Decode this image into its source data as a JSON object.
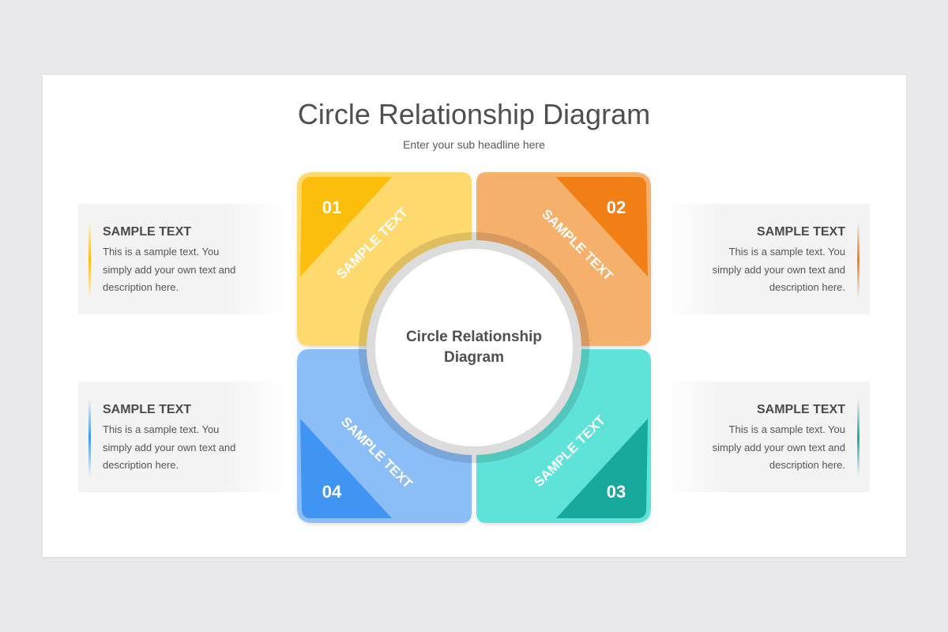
{
  "title": "Circle Relationship Diagram",
  "subtitle": "Enter your sub headline here",
  "center_label_line1": "Circle Relationship",
  "center_label_line2": "Diagram",
  "quadrants": [
    {
      "number": "01",
      "label": "SAMPLE TEXT",
      "light": "#fdd96e",
      "dark": "#fcbd10"
    },
    {
      "number": "02",
      "label": "SAMPLE TEXT",
      "light": "#f5b06c",
      "dark": "#f27e15"
    },
    {
      "number": "03",
      "label": "SAMPLE TEXT",
      "light": "#5fe3d9",
      "dark": "#18a99c"
    },
    {
      "number": "04",
      "label": "SAMPLE TEXT",
      "light": "#8bbdf7",
      "dark": "#3f95f2"
    }
  ],
  "panels": [
    {
      "title": "SAMPLE TEXT",
      "line1": "This is a sample text. You",
      "line2": "simply add your own text and",
      "line3": "description here.",
      "accent": "#fcbd10"
    },
    {
      "title": "SAMPLE TEXT",
      "line1": "This is a sample text. You",
      "line2": "simply add your own text and",
      "line3": "description here.",
      "accent": "#f27e15"
    },
    {
      "title": "SAMPLE TEXT",
      "line1": "This is a sample text. You",
      "line2": "simply add your own text and",
      "line3": "description here.",
      "accent": "#3f95f2"
    },
    {
      "title": "SAMPLE TEXT",
      "line1": "This is a sample text. You",
      "line2": "simply add your own text and",
      "line3": "description here.",
      "accent": "#18a99c"
    }
  ]
}
